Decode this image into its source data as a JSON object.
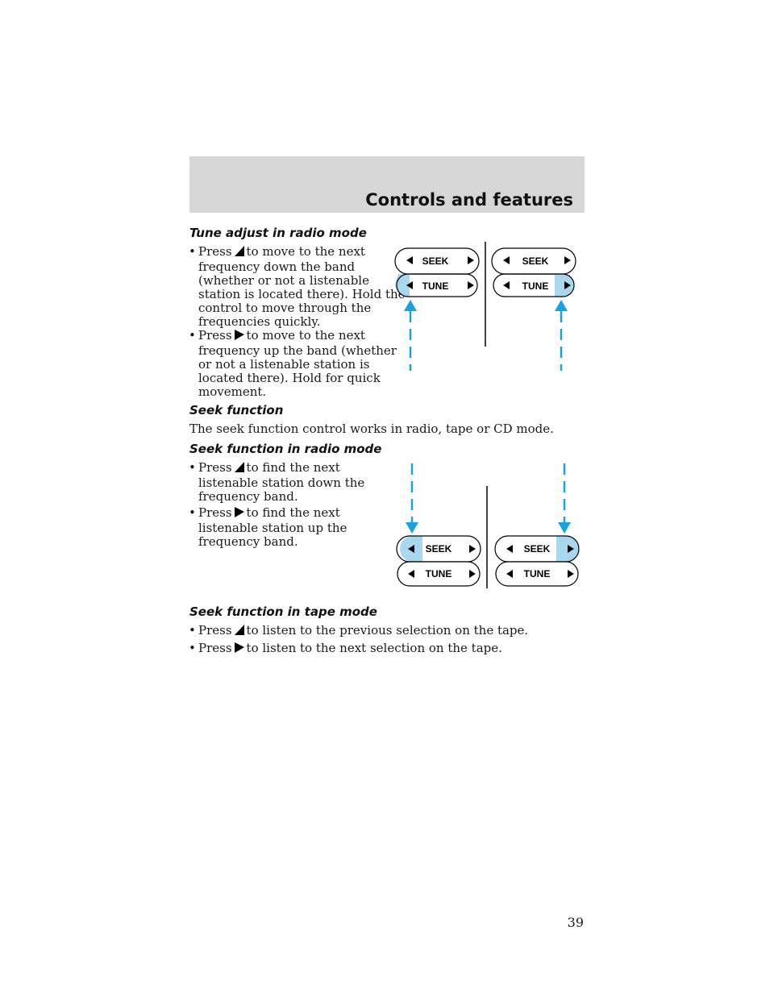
{
  "header": {
    "title": "Controls and features"
  },
  "sections": {
    "tune": {
      "heading": "Tune adjust in radio mode",
      "items": [
        {
          "bullet": "•",
          "press": "Press",
          "lines": [
            "to move to the next",
            "frequency down the band",
            "(whether or not a listenable",
            "station is located there). Hold the",
            "control to move through the",
            "frequencies quickly."
          ]
        },
        {
          "bullet": "•",
          "press": "Press",
          "lines": [
            "to move to the next",
            "frequency up the band (whether",
            "or not a listenable station is",
            "located there). Hold for quick",
            "movement."
          ]
        }
      ]
    },
    "seek": {
      "heading": "Seek function",
      "body": "The seek function control works in radio, tape or CD mode."
    },
    "seek_radio": {
      "heading": "Seek function in radio mode",
      "items": [
        {
          "bullet": "•",
          "press": "Press",
          "lines": [
            "to find the next",
            "listenable station down the",
            "frequency band."
          ]
        },
        {
          "bullet": "•",
          "press": "Press",
          "lines": [
            "to find the next",
            "listenable station up the",
            "frequency band."
          ]
        }
      ]
    },
    "seek_tape": {
      "heading": "Seek function in tape mode",
      "items": [
        {
          "bullet": "•",
          "press": "Press",
          "text": "to listen to the previous selection on the tape."
        },
        {
          "bullet": "•",
          "press": "Press",
          "text": "to listen to the next selection on the tape."
        }
      ]
    }
  },
  "diagram_labels": {
    "seek": "SEEK",
    "tune": "TUNE"
  },
  "icons": {
    "left": "left-triangle-icon",
    "right": "right-triangle-icon",
    "arrow": "dashed-up-arrow-icon"
  },
  "colors": {
    "header_band": "#d7d7d7",
    "highlight": "#a9d7ee",
    "arrow": "#1ca0e0"
  },
  "footer": {
    "page_number": "39"
  }
}
